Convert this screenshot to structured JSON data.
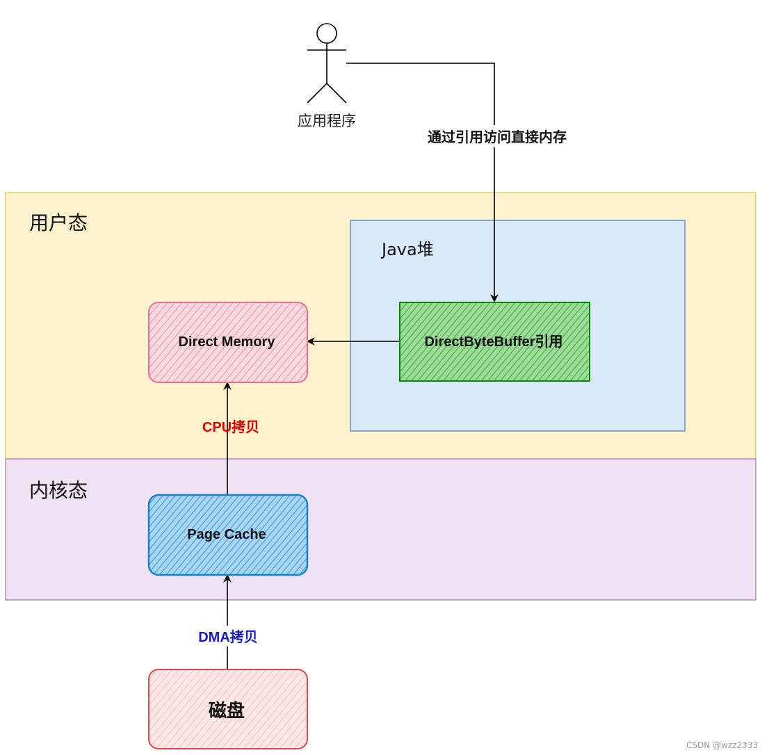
{
  "actor": {
    "label": "应用程序",
    "icon": "stick-figure-icon"
  },
  "zones": {
    "user": {
      "label": "用户态",
      "fill": "#fff2cc",
      "stroke": "#d6b656"
    },
    "kernel": {
      "label": "内核态",
      "fill": "#efe3f3",
      "stroke": "#b08cc0"
    },
    "java_heap": {
      "label": "Java堆",
      "fill": "#dae8fc",
      "stroke": "#6c8ebf"
    }
  },
  "nodes": {
    "direct_memory": {
      "label": "Direct Memory",
      "color": "#e8708a"
    },
    "direct_byte_buffer": {
      "label": "DirectByteBuffer引用",
      "color": "#008a00"
    },
    "page_cache": {
      "label": "Page Cache",
      "color": "#1a80d0"
    },
    "disk": {
      "label": "磁盘",
      "color": "#d24b4b"
    }
  },
  "edges": {
    "app_to_buffer": {
      "label": "通过引用访问直接内存",
      "color": "#111111"
    },
    "buffer_to_memory": {
      "label": ""
    },
    "cache_to_memory": {
      "label": "CPU拷贝",
      "color": "#e00000"
    },
    "disk_to_cache": {
      "label": "DMA拷贝",
      "color": "#1a1acc"
    }
  },
  "watermark": "CSDN @wzz2333"
}
